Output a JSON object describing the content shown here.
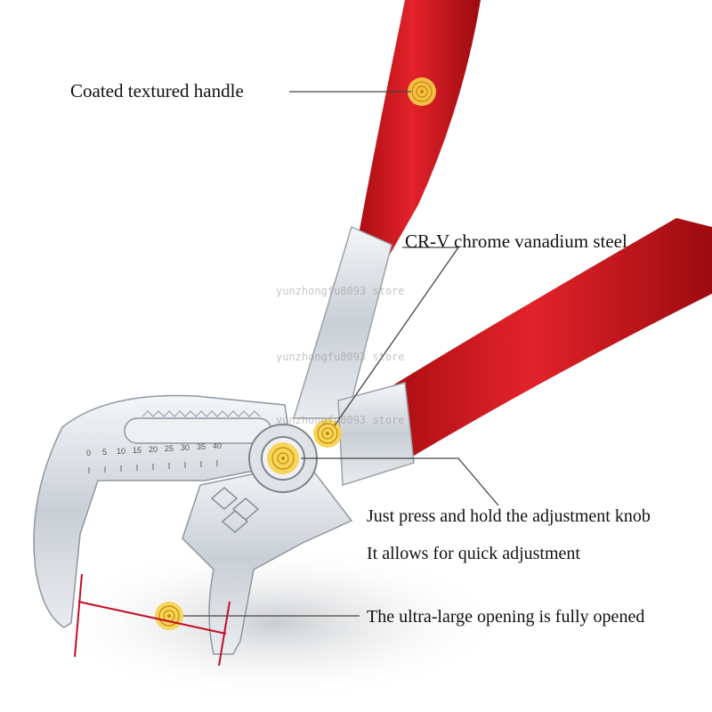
{
  "callouts": {
    "handle": "Coated textured handle",
    "steel": "CR-V chrome vanadium steel",
    "knob": "Just press and hold the adjustment knob",
    "quick": "It allows for quick adjustment",
    "opening": "The ultra-large opening is fully opened"
  },
  "watermark": "yunzhongfu8093 store",
  "scale_marks": [
    "0",
    "5",
    "10",
    "15",
    "20",
    "25",
    "30",
    "35",
    "40"
  ],
  "colors": {
    "handle_red": "#d3141c",
    "steel": "#d9dde2",
    "marker_yellow": "#f2c200",
    "measure_line": "#c0102a"
  }
}
